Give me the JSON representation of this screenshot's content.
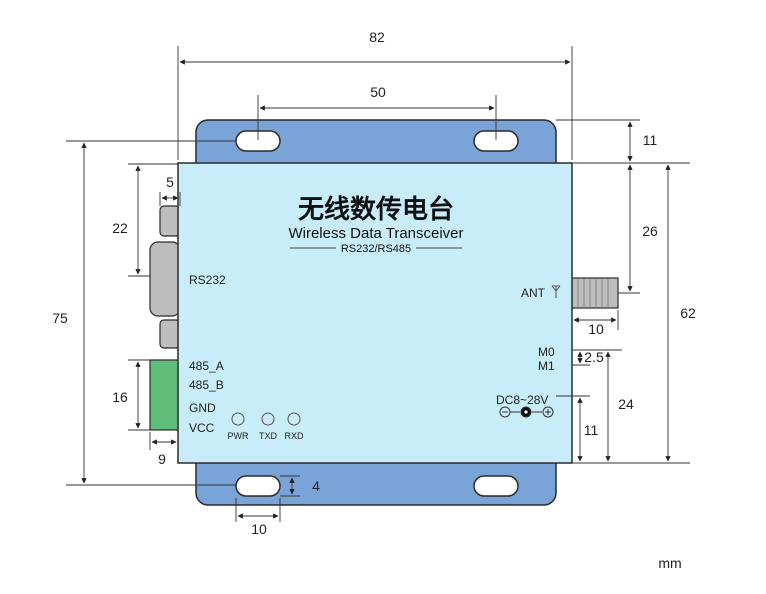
{
  "title_cn": "无线数传电台",
  "title_en": "Wireless Data Transceiver",
  "subtitle": "RS232/RS485",
  "labels": {
    "rs232": "RS232",
    "ant": "ANT",
    "m0": "M0",
    "m1": "M1",
    "a485": "485_A",
    "b485": "485_B",
    "gnd": "GND",
    "vcc": "VCC",
    "pwr": "PWR",
    "txd": "TXD",
    "rxd": "RXD",
    "dc": "DC8~28V"
  },
  "dimensions": {
    "width_total": "82",
    "hole_spacing": "50",
    "height_total": "75",
    "body_height": "62",
    "tab_height": "11",
    "ant_offset": "26",
    "ant_length": "10",
    "m_spacing": "2.5",
    "m_height": "24",
    "dc_height": "11",
    "db9_width": "5",
    "db9_height": "22",
    "terminal_height": "16",
    "terminal_width": "9",
    "slot_width": "10",
    "slot_height": "4"
  },
  "unit": "mm",
  "colors": {
    "body": "#c8ecf8",
    "body_stroke": "#2b2b2b",
    "flange": "#7aa3d8",
    "terminal": "#5fbf7a",
    "connector": "#bdbdbd"
  }
}
